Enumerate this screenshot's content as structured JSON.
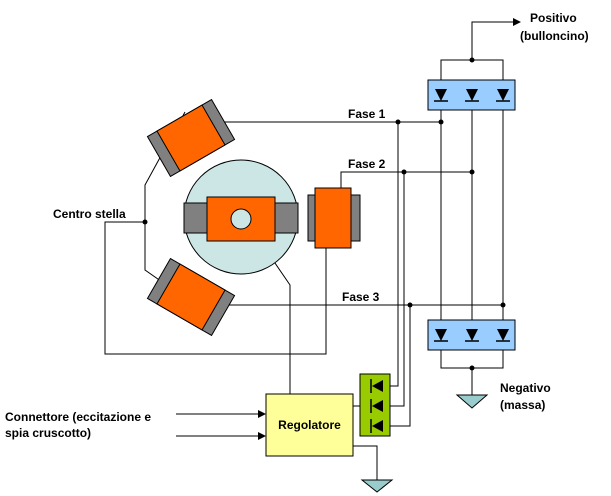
{
  "labels": {
    "positive": "Positivo",
    "positive_sub": "(bulloncino)",
    "phase1": "Fase 1",
    "phase2": "Fase 2",
    "phase3": "Fase 3",
    "star_center": "Centro stella",
    "negative": "Negativo",
    "negative_sub": "(massa)",
    "connector_line1": "Connettore (eccitazione e",
    "connector_line2": "spia cruscotto)",
    "regulator": "Regolatore"
  },
  "colors": {
    "coil": "#ff6600",
    "iron": "#808080",
    "rotor_disc": "#cce5e5",
    "diode_bridge": "#99ccff",
    "exciter_diodes": "#99cc00",
    "regulator": "#ffff99",
    "ground": "#99cccc"
  }
}
